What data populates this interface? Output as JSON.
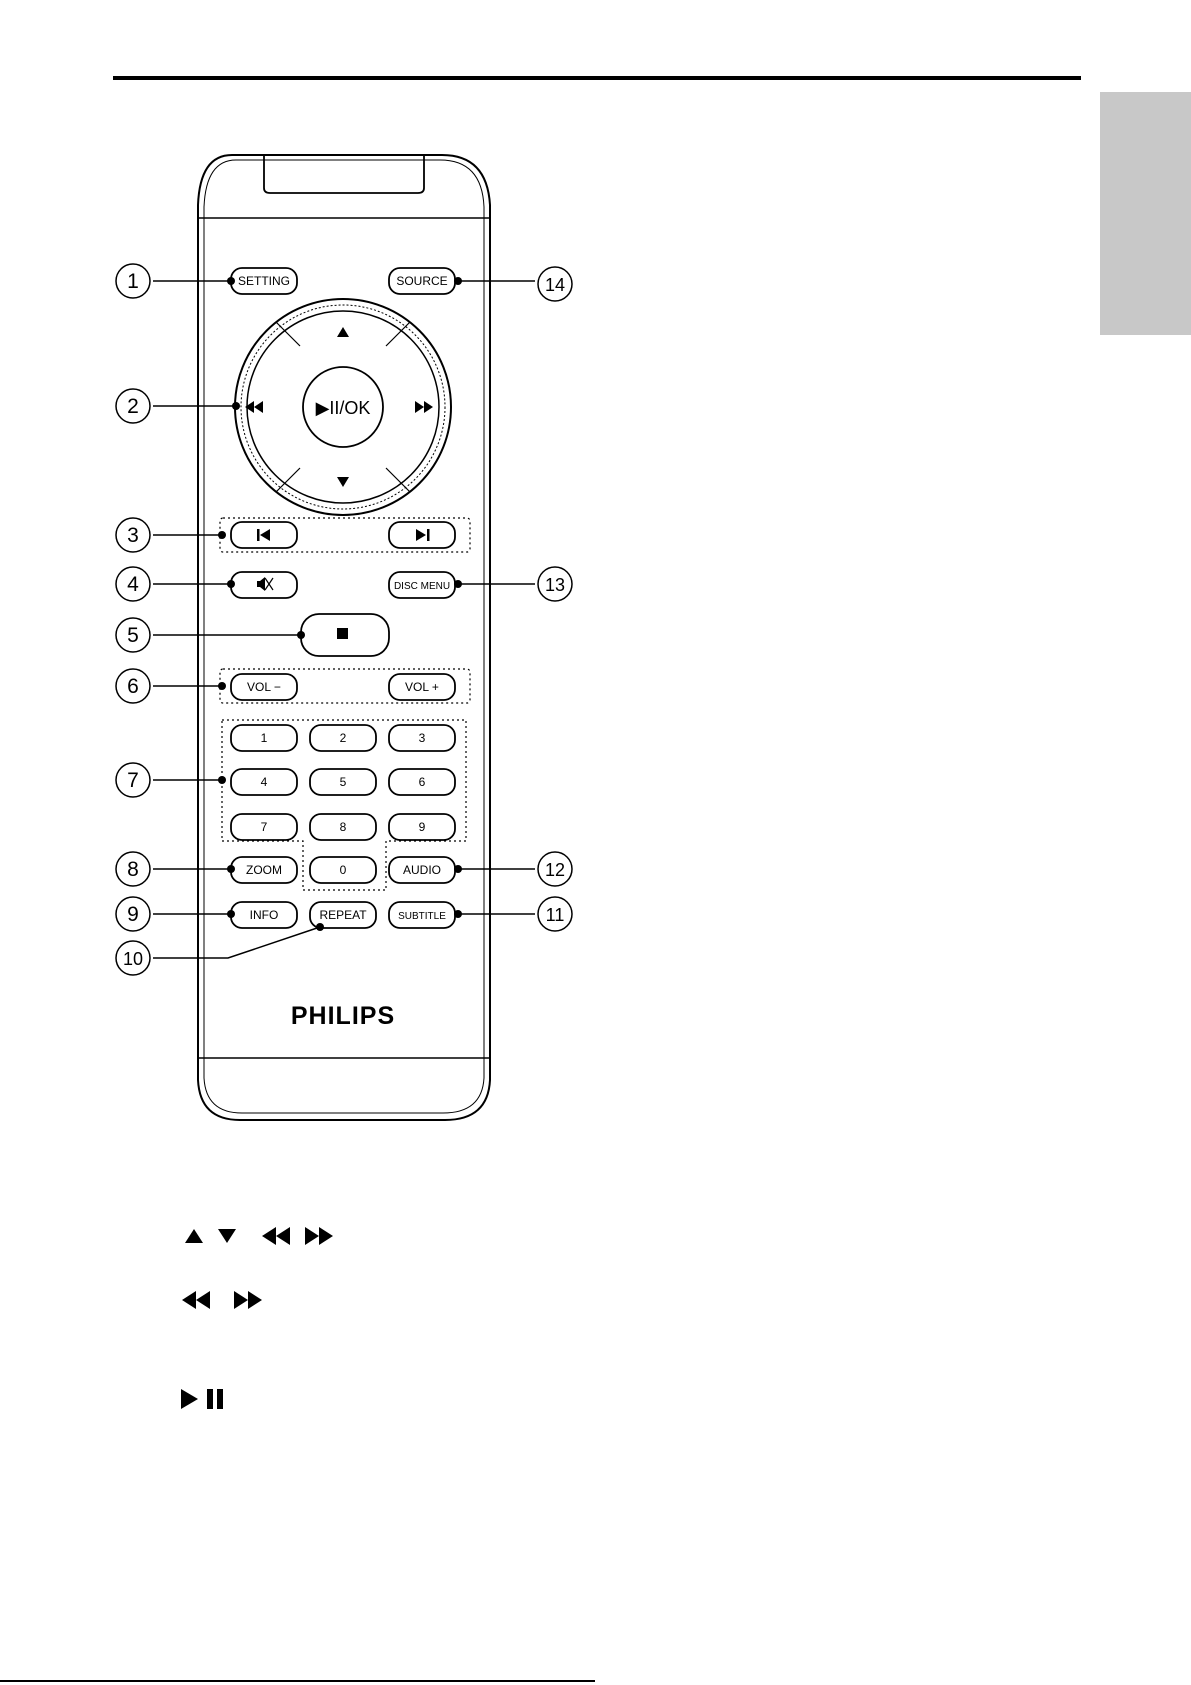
{
  "buttons": {
    "setting": "SETTING",
    "source": "SOURCE",
    "ok": "▶II/OK",
    "disc_menu": "DISC MENU",
    "vol_minus": "VOL −",
    "vol_plus": "VOL +",
    "num_1": "1",
    "num_2": "2",
    "num_3": "3",
    "num_4": "4",
    "num_5": "5",
    "num_6": "6",
    "num_7": "7",
    "num_8": "8",
    "num_9": "9",
    "num_0": "0",
    "zoom": "ZOOM",
    "audio": "AUDIO",
    "info": "INFO",
    "repeat": "REPEAT",
    "subtitle": "SUBTITLE"
  },
  "brand": "PHILIPS",
  "callouts": [
    "1",
    "2",
    "3",
    "4",
    "5",
    "6",
    "7",
    "8",
    "9",
    "10",
    "11",
    "12",
    "13",
    "14"
  ]
}
